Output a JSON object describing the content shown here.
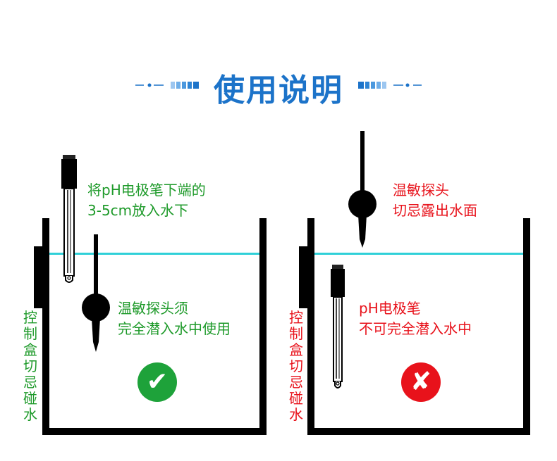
{
  "header": {
    "title": "使用说明"
  },
  "panels": [
    {
      "status": "correct",
      "probe_label_lines": [
        "将pH电极笔下端的",
        "3-5cm放入水下"
      ],
      "sensor_label_lines": [
        "温敏探头须",
        "完全潜入水中使用"
      ],
      "side_warning": "控制盒切忌碰水",
      "badge_icon": "check-icon",
      "badge_symbol": "✔",
      "text_color": "#1e9a2a",
      "badge_color": "#1ea23a"
    },
    {
      "status": "incorrect",
      "sensor_label_lines": [
        "温敏探头",
        "切忌露出水面"
      ],
      "probe_label_lines": [
        "pH电极笔",
        "不可完全潜入水中"
      ],
      "side_warning": "控制盒切忌碰水",
      "badge_icon": "cross-icon",
      "badge_symbol": "✘",
      "text_color": "#e8121b",
      "badge_color": "#e8121b"
    }
  ],
  "colors": {
    "title": "#1c73c9",
    "water_line": "#2fd0d8",
    "container": "#000000"
  }
}
